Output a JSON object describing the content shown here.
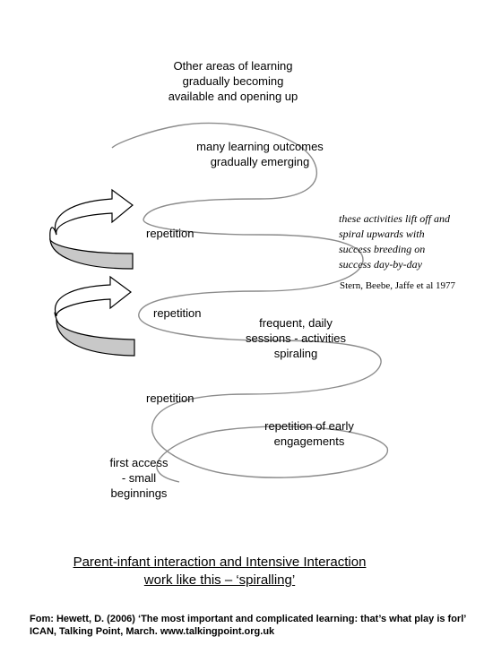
{
  "labels": {
    "top": [
      "Other areas of learning",
      "gradually becoming",
      "available and opening up"
    ],
    "outcomes": [
      "many learning outcomes",
      "gradually emerging"
    ],
    "repetition_1": "repetition",
    "repetition_2": "repetition",
    "repetition_3": "repetition",
    "sessions": [
      "frequent, daily",
      "sessions - activities",
      "spiraling"
    ],
    "early": [
      "repetition of early",
      "engagements"
    ],
    "first_access": [
      "first access",
      "- small",
      "beginnings"
    ]
  },
  "quote": {
    "lines": [
      "these activities lift off and",
      "spiral upwards with",
      "success breeding on",
      "success day-by-day"
    ],
    "citation": "Stern, Beebe, Jaffe et al 1977"
  },
  "caption": [
    "Parent-infant interaction and Intensive Interaction",
    "work like this – ‘spiralling’"
  ],
  "source": "Fom: Hewett, D. (2006) ‘The most important and complicated learning: that’s what play is forl’  ICAN, Talking Point, March.  www.talkingpoint.org.uk",
  "colors": {
    "spiral": "#8c8c8c",
    "arrow_fill": "#c8c8c8",
    "text": "#000000"
  }
}
